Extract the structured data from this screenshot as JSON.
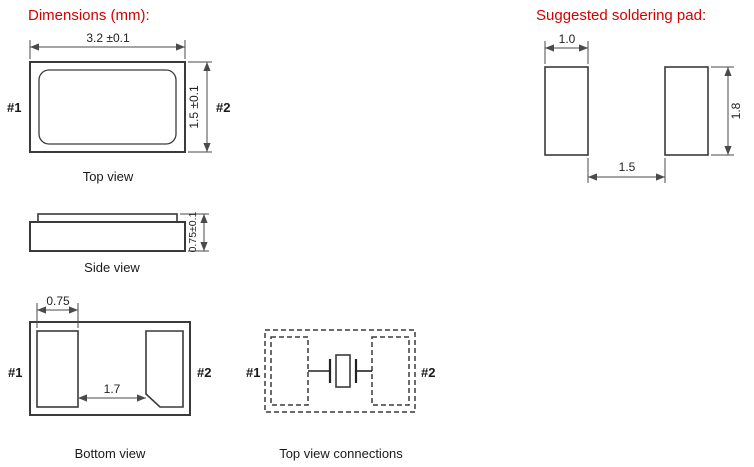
{
  "titles": {
    "dimensions": "Dimensions (mm):",
    "soldering": "Suggested soldering pad:"
  },
  "top_view": {
    "caption": "Top view",
    "width_dim": "3.2 ±0.1",
    "height_dim": "1.5 ±0.1",
    "pin1": "#1",
    "pin2": "#2"
  },
  "side_view": {
    "caption": "Side view",
    "height_dim": "0.75±0.1"
  },
  "bottom_view": {
    "caption": "Bottom view",
    "pad_width_dim": "0.75",
    "gap_dim": "1.7",
    "pin1": "#1",
    "pin2": "#2"
  },
  "connections": {
    "caption": "Top view connections",
    "pin1": "#1",
    "pin2": "#2"
  },
  "soldering": {
    "pad_width_dim": "1.0",
    "pad_height_dim": "1.8",
    "gap_dim": "1.5"
  },
  "colors": {
    "title_red": "#d40000",
    "line": "#3a3a3a"
  }
}
